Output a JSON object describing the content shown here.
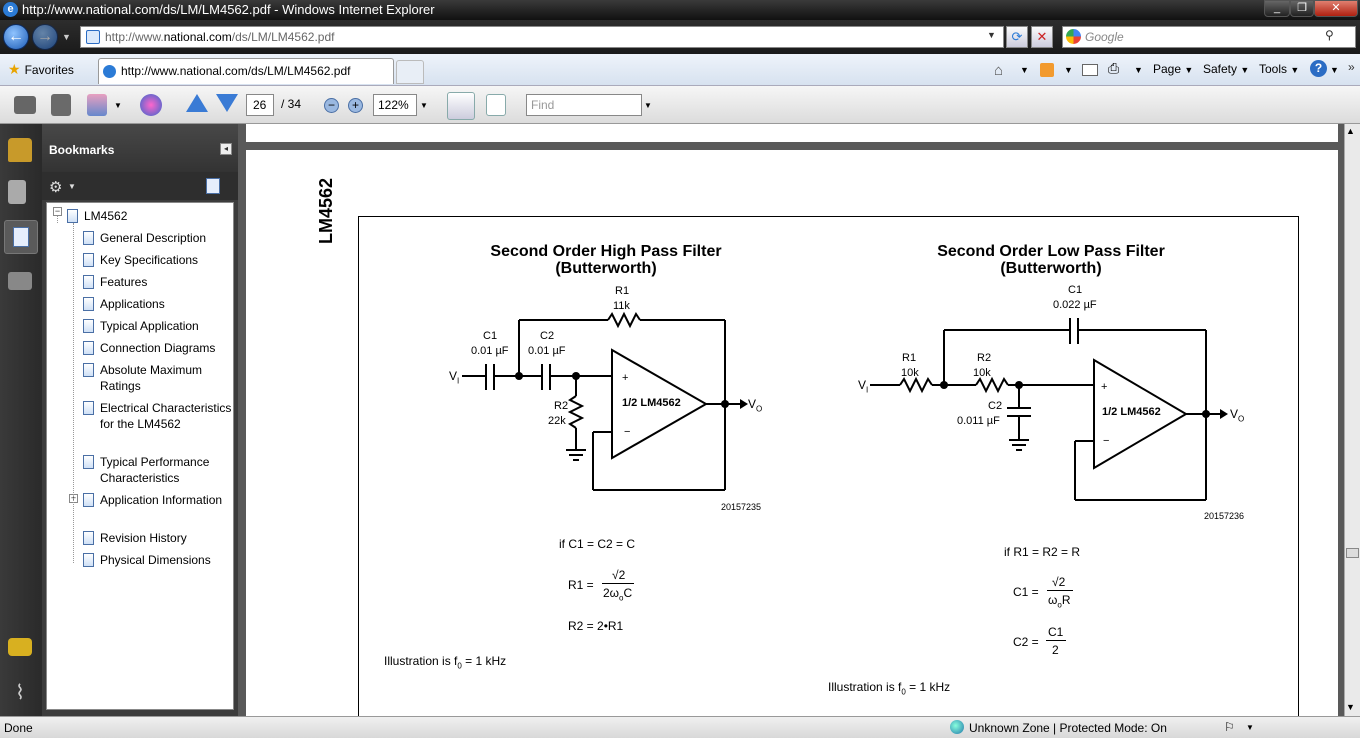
{
  "window": {
    "title": "http://www.national.com/ds/LM/LM4562.pdf - Windows Internet Explorer"
  },
  "address": {
    "url_prefix": "http://www.",
    "url_domain": "national.com",
    "url_path": "/ds/LM/LM4562.pdf",
    "search_placeholder": "Google"
  },
  "favbar": {
    "favorites": "Favorites",
    "tab_title": "http://www.national.com/ds/LM/LM4562.pdf",
    "page": "Page",
    "safety": "Safety",
    "tools": "Tools"
  },
  "acrobat": {
    "page_current": "26",
    "page_total": "/ 34",
    "zoom": "122%",
    "find_placeholder": "Find"
  },
  "bookmarks": {
    "title": "Bookmarks",
    "root": "LM4562",
    "items": [
      "General Description",
      "Key Specifications",
      "Features",
      "Applications",
      "Typical Application",
      "Connection Diagrams",
      "Absolute Maximum Ratings",
      "Electrical Characteristics for the LM4562",
      "Typical Performance Characteristics",
      "Application Information",
      "Revision History",
      "Physical Dimensions"
    ]
  },
  "doc": {
    "side_label": "LM4562",
    "hp": {
      "title1": "Second Order High Pass Filter",
      "title2": "(Butterworth)",
      "r1": "R1",
      "r1v": "11k",
      "c1": "C1",
      "c1v": "0.01 µF",
      "c2": "C2",
      "c2v": "0.01 µF",
      "r2": "R2",
      "r2v": "22k",
      "opamp": "1/2 LM4562",
      "vi": "V",
      "vo": "V",
      "fig": "20157235",
      "eq1": "if C1 = C2 = C",
      "eq2l": "R1 =",
      "eq2n": "√2",
      "eq2d": "2ω",
      "eq3": "R2 = 2•R1",
      "illus": "Illustration is f",
      "illus2": "= 1 kHz"
    },
    "lp": {
      "title1": "Second Order Low Pass Filter",
      "title2": "(Butterworth)",
      "c1": "C1",
      "c1v": "0.022 µF",
      "r1": "R1",
      "r1v": "10k",
      "r2": "R2",
      "r2v": "10k",
      "c2": "C2",
      "c2v": "0.011 µF",
      "opamp": "1/2 LM4562",
      "vi": "V",
      "vo": "V",
      "fig": "20157236",
      "eq1": "if R1 = R2 = R",
      "eq2l": "C1 =",
      "eq2n": "√2",
      "eq2d": "ω",
      "eq3l": "C2 =",
      "eq3n": "C1",
      "eq3d": "2",
      "illus": "Illustration is f",
      "illus2": "= 1 kHz"
    }
  },
  "status": {
    "left": "Done",
    "zone": "Unknown Zone | Protected Mode: On"
  }
}
